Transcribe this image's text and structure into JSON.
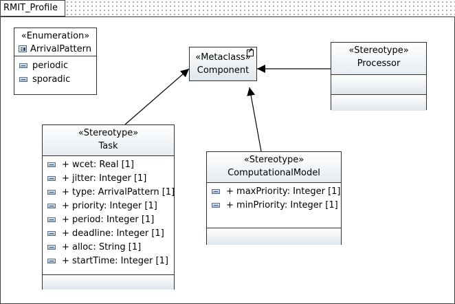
{
  "profile": {
    "name": "RMIT_Profile"
  },
  "enumeration": {
    "stereotype": "«Enumeration»",
    "name": "ArrivalPattern",
    "icon": "enumeration-icon",
    "literals": [
      "periodic",
      "sporadic"
    ]
  },
  "metaclass": {
    "stereotype": "«Metaclass»",
    "name": "Component",
    "icon": "external-link-icon"
  },
  "processor": {
    "stereotype": "«Stereotype»",
    "name": "Processor",
    "attributes": []
  },
  "task": {
    "stereotype": "«Stereotype»",
    "name": "Task",
    "attributes": [
      "+ wcet: Real [1]",
      "+ jitter: Integer [1]",
      "+ type: ArrivalPattern [1]",
      "+ priority: Integer [1]",
      "+ period: Integer [1]",
      "+ deadline: Integer [1]",
      "+ alloc: String [1]",
      "+ startTime: Integer [1]"
    ]
  },
  "computational_model": {
    "stereotype": "«Stereotype»",
    "name": "ComputationalModel",
    "attributes": [
      "+ maxPriority: Integer [1]",
      "+ minPriority: Integer [1]"
    ]
  }
}
